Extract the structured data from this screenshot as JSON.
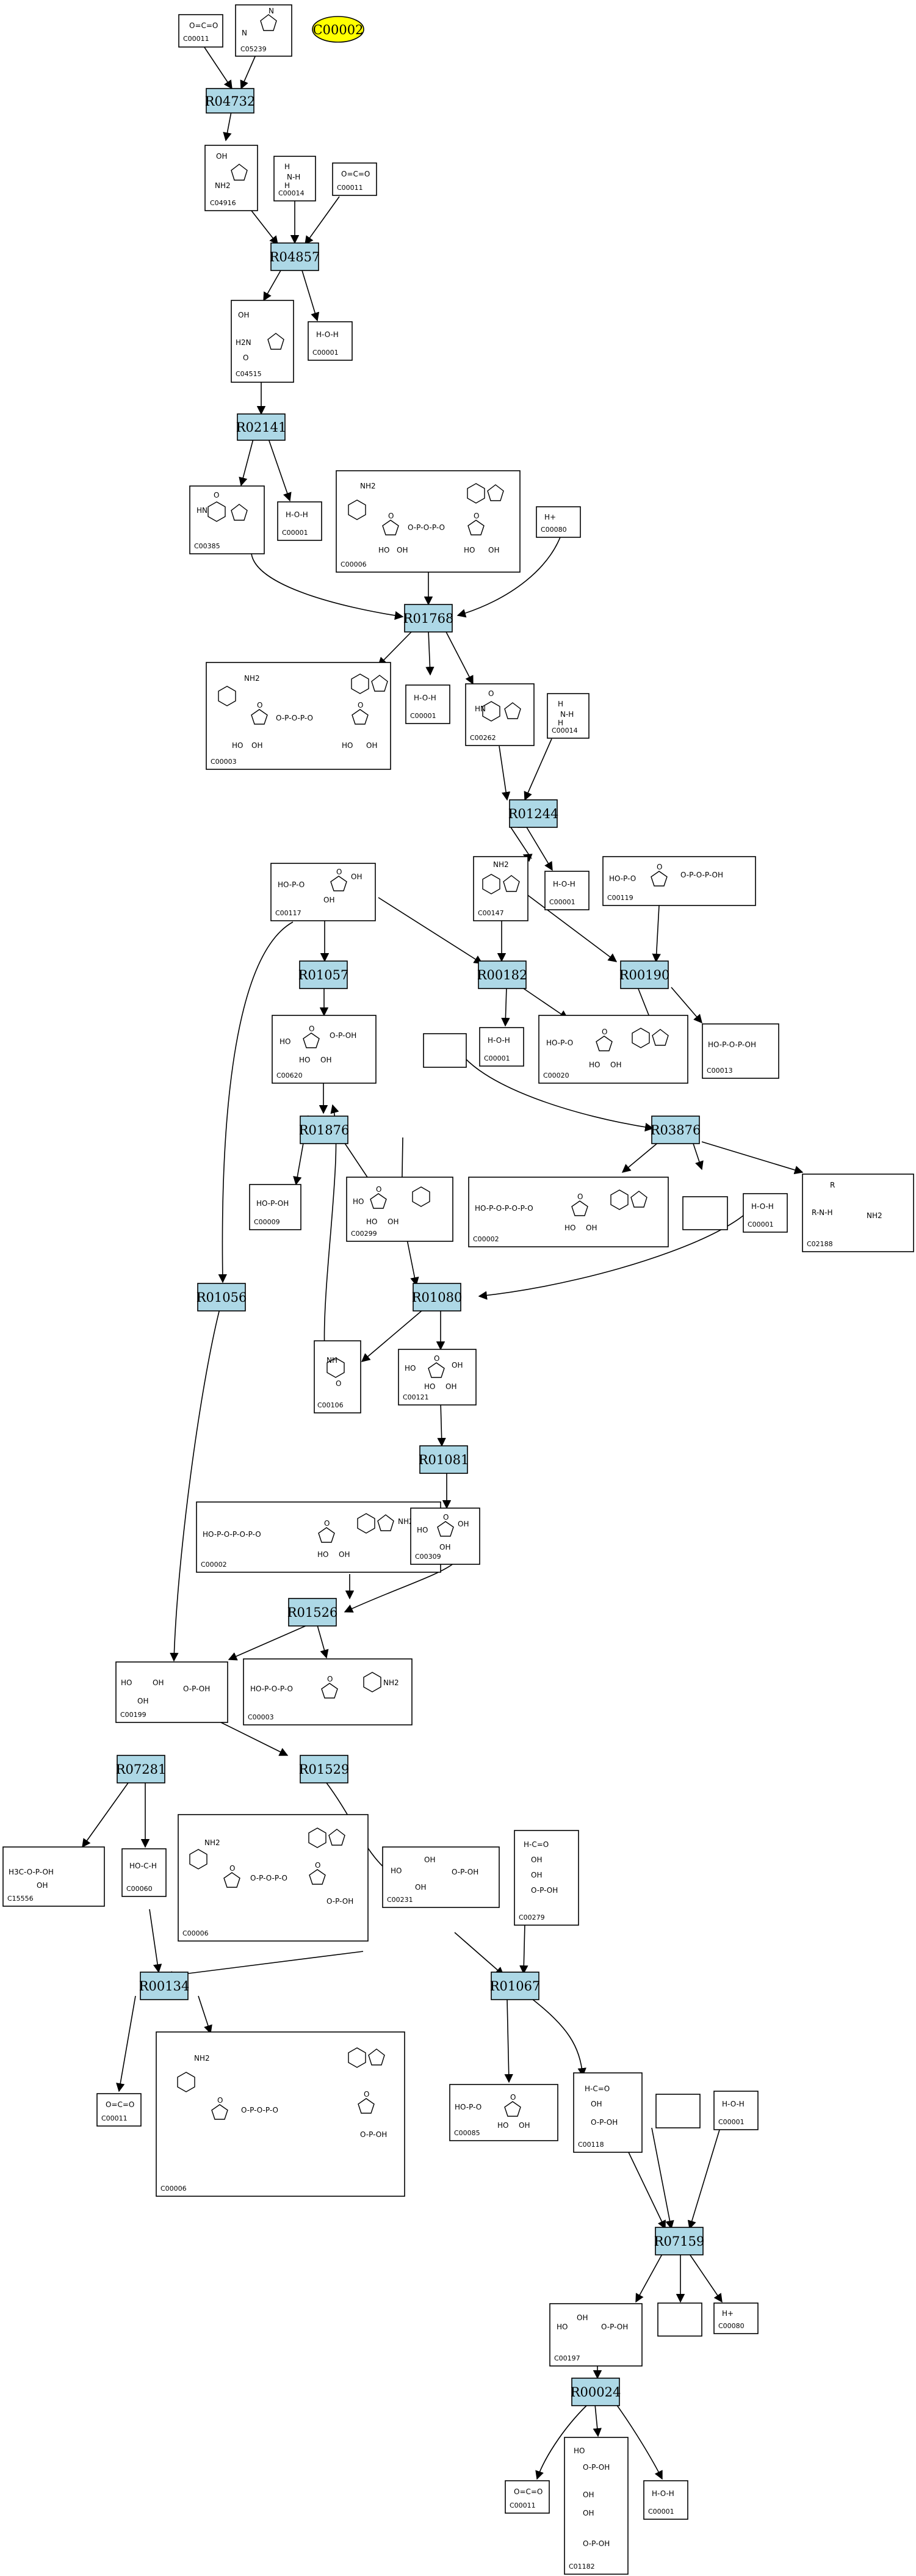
{
  "colors": {
    "reaction_fill": "#add8e6",
    "highlight_fill": "#ffff00",
    "stroke": "#000000"
  },
  "highlight": {
    "label": "C00002"
  },
  "reactions": [
    {
      "id": "r_R04732",
      "label": "R04732"
    },
    {
      "id": "r_R04857",
      "label": "R04857"
    },
    {
      "id": "r_R02141",
      "label": "R02141"
    },
    {
      "id": "r_R01768",
      "label": "R01768"
    },
    {
      "id": "r_R01244",
      "label": "R01244"
    },
    {
      "id": "r_R01057",
      "label": "R01057"
    },
    {
      "id": "r_R00182",
      "label": "R00182"
    },
    {
      "id": "r_R00190",
      "label": "R00190"
    },
    {
      "id": "r_R01876",
      "label": "R01876"
    },
    {
      "id": "r_R03876",
      "label": "R03876"
    },
    {
      "id": "r_R01056",
      "label": "R01056"
    },
    {
      "id": "r_R01080",
      "label": "R01080"
    },
    {
      "id": "r_R01081",
      "label": "R01081"
    },
    {
      "id": "r_R01526",
      "label": "R01526"
    },
    {
      "id": "r_R07281",
      "label": "R07281"
    },
    {
      "id": "r_R01529",
      "label": "R01529"
    },
    {
      "id": "r_R00134",
      "label": "R00134"
    },
    {
      "id": "r_R01067",
      "label": "R01067"
    },
    {
      "id": "r_R07159",
      "label": "R07159"
    },
    {
      "id": "r_R00024",
      "label": "R00024"
    }
  ],
  "compounds": [
    {
      "id": "c_c00011a",
      "label": "C00011"
    },
    {
      "id": "c_c05239",
      "label": "C05239"
    },
    {
      "id": "c_c04916",
      "label": "C04916"
    },
    {
      "id": "c_c00014a",
      "label": "C00014"
    },
    {
      "id": "c_c00011b",
      "label": "C00011"
    },
    {
      "id": "c_c04515",
      "label": "C04515"
    },
    {
      "id": "c_c00001a",
      "label": "C00001"
    },
    {
      "id": "c_c00385",
      "label": "C00385"
    },
    {
      "id": "c_c00001b",
      "label": "C00001"
    },
    {
      "id": "c_c00006a",
      "label": "C00006"
    },
    {
      "id": "c_c00080a",
      "label": "C00080"
    },
    {
      "id": "c_c00003a",
      "label": "C00003"
    },
    {
      "id": "c_c00001c",
      "label": "C00001"
    },
    {
      "id": "c_c00262",
      "label": "C00262"
    },
    {
      "id": "c_c00014b",
      "label": "C00014"
    },
    {
      "id": "c_c00117",
      "label": "C00117"
    },
    {
      "id": "c_c00147",
      "label": "C00147"
    },
    {
      "id": "c_c00001d",
      "label": "C00001"
    },
    {
      "id": "c_c00119",
      "label": "C00119"
    },
    {
      "id": "c_c00620",
      "label": "C00620"
    },
    {
      "id": "c_c00001e",
      "label": "C00001"
    },
    {
      "id": "c_c00020",
      "label": "C00020"
    },
    {
      "id": "c_c00013",
      "label": "C00013"
    },
    {
      "id": "c_blank1",
      "label": ""
    },
    {
      "id": "c_c00009",
      "label": "C00009"
    },
    {
      "id": "c_c00299",
      "label": "C00299"
    },
    {
      "id": "c_c00002a",
      "label": "C00002"
    },
    {
      "id": "c_blank2",
      "label": ""
    },
    {
      "id": "c_c00001f",
      "label": "C00001"
    },
    {
      "id": "c_c02188",
      "label": "C02188"
    },
    {
      "id": "c_c00106",
      "label": "C00106"
    },
    {
      "id": "c_c00121",
      "label": "C00121"
    },
    {
      "id": "c_c00002b",
      "label": "C00002"
    },
    {
      "id": "c_c00309",
      "label": "C00309"
    },
    {
      "id": "c_c00199",
      "label": "C00199"
    },
    {
      "id": "c_c00003b",
      "label": "C00003"
    },
    {
      "id": "c_c15556",
      "label": "C15556"
    },
    {
      "id": "c_c00060",
      "label": "C00060"
    },
    {
      "id": "c_c00006b",
      "label": "C00006"
    },
    {
      "id": "c_c00231",
      "label": "C00231"
    },
    {
      "id": "c_c00279",
      "label": "C00279"
    },
    {
      "id": "c_c00011c",
      "label": "C00011"
    },
    {
      "id": "c_c00006c",
      "label": "C00006"
    },
    {
      "id": "c_c00085",
      "label": "C00085"
    },
    {
      "id": "c_c00118",
      "label": "C00118"
    },
    {
      "id": "c_blank3",
      "label": ""
    },
    {
      "id": "c_c00001g",
      "label": "C00001"
    },
    {
      "id": "c_c00197",
      "label": "C00197"
    },
    {
      "id": "c_blank4",
      "label": ""
    },
    {
      "id": "c_c00080b",
      "label": "C00080"
    },
    {
      "id": "c_c00011d",
      "label": "C00011"
    },
    {
      "id": "c_c01182",
      "label": "C01182"
    },
    {
      "id": "c_c00001h",
      "label": "C00001"
    }
  ]
}
